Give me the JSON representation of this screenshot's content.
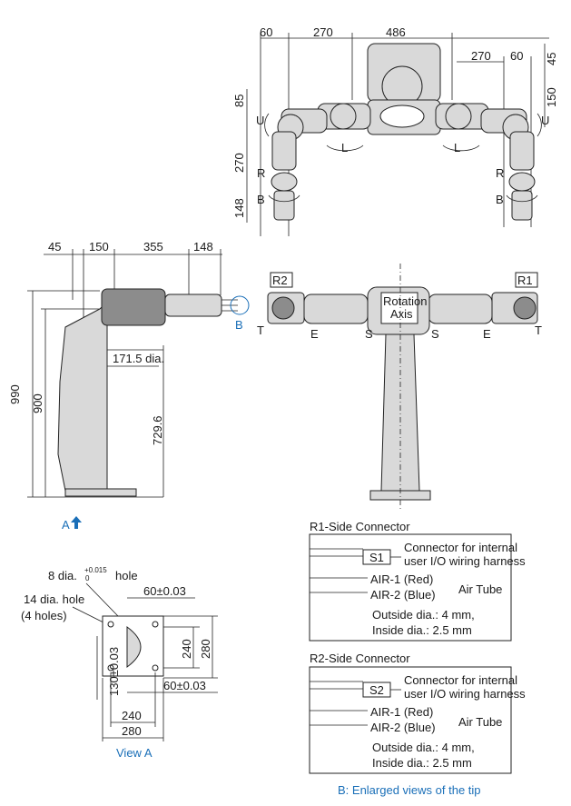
{
  "top_view": {
    "dims": [
      "60",
      "270",
      "486",
      "270",
      "60",
      "45",
      "150",
      "85",
      "270",
      "148"
    ],
    "joint_labels": {
      "U_left": "U",
      "L_left": "L",
      "R_left": "R",
      "B_left": "B",
      "U_right": "U",
      "L_right": "L",
      "R_right": "R",
      "B_right": "B"
    }
  },
  "side_view": {
    "dims": [
      "45",
      "150",
      "355",
      "148",
      "990",
      "900",
      "171.5 dia.",
      "729.6"
    ],
    "tip_label": "B",
    "view_arrow_label": "A"
  },
  "front_view": {
    "tag_r2": "R2",
    "tag_r1": "R1",
    "rotation_label_line1": "Rotation",
    "rotation_label_line2": "Axis",
    "joint_labels": {
      "T_left": "T",
      "E_left": "E",
      "S_left": "S",
      "S_right": "S",
      "E_right": "E",
      "T_right": "T"
    }
  },
  "view_a": {
    "hole_label": "8 dia.",
    "tolerance_upper": "+0.015",
    "tolerance_lower": "0",
    "hole_suffix": "hole",
    "holes_label_line1": "14 dia. hole",
    "holes_label_line2": "(4 holes)",
    "dim_60_top": "60±0.03",
    "dim_60_bottom": "60±0.03",
    "dim_130": "130±0.03",
    "dim_240_v": "240",
    "dim_280_v": "280",
    "dim_240_h": "240",
    "dim_280_h": "280",
    "caption": "View A"
  },
  "connectors": {
    "r1": {
      "title": "R1-Side Connector",
      "plug": "S1",
      "harness_line1": "Connector for internal",
      "harness_line2": "user I/O wiring harness",
      "air1": "AIR-1 (Red)",
      "air2": "AIR-2 (Blue)",
      "air_tube": "Air Tube",
      "outside": "Outside dia.: 4 mm,",
      "inside": "Inside dia.: 2.5 mm"
    },
    "r2": {
      "title": "R2-Side Connector",
      "plug": "S2",
      "harness_line1": "Connector for internal",
      "harness_line2": "user I/O wiring harness",
      "air1": "AIR-1 (Red)",
      "air2": "AIR-2 (Blue)",
      "air_tube": "Air Tube",
      "outside": "Outside dia.: 4 mm,",
      "inside": "Inside dia.: 2.5 mm"
    },
    "caption": "B: Enlarged views of the tip"
  },
  "colors": {
    "caption_blue": "#1a6fb8",
    "arrow_blue": "#1a6fb8"
  }
}
